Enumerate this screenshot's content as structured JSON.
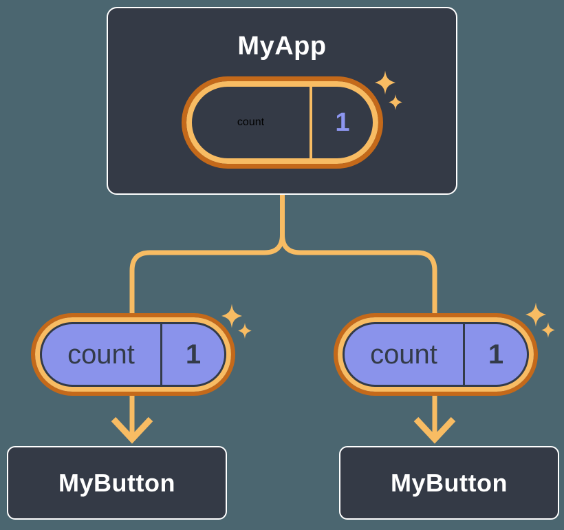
{
  "colors": {
    "bg": "#4B6670",
    "card": "#343A46",
    "ink": "#333B48",
    "purple": "#8A93EB",
    "periwinkle": "#8D96F0",
    "orange-dark": "#C4691A",
    "orange-light": "#F8BC63",
    "white": "#FFFFFF"
  },
  "root": {
    "title": "MyApp",
    "state_pill": {
      "key": "count",
      "value": "1"
    }
  },
  "children": [
    {
      "label": "MyButton",
      "prop_pill": {
        "key": "count",
        "value": "1"
      }
    },
    {
      "label": "MyButton",
      "prop_pill": {
        "key": "count",
        "value": "1"
      }
    }
  ]
}
